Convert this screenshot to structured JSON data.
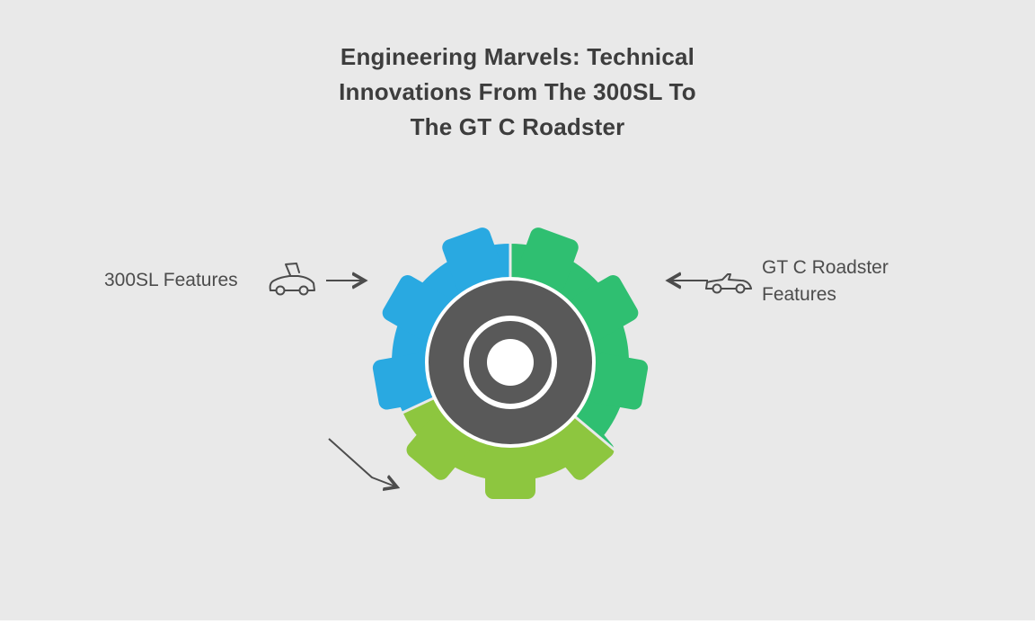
{
  "title": {
    "lines": [
      "Engineering Marvels: Technical",
      "Innovations From The 300SL To",
      "The GT C Roadster"
    ]
  },
  "left_callout": {
    "label": "300SL Features",
    "icon": "gullwing-car-icon"
  },
  "right_callout": {
    "lines": [
      "GT C Roadster",
      "Features"
    ],
    "icon": "convertible-car-icon"
  },
  "gear": {
    "segments": [
      {
        "name": "top-right",
        "color_key": "gear_green"
      },
      {
        "name": "bottom",
        "color_key": "gear_lime"
      },
      {
        "name": "left",
        "color_key": "gear_blue"
      }
    ]
  },
  "colors": {
    "background": "#e9e9e9",
    "title_text": "#3d3d3d",
    "label_text": "#4c4c4c",
    "arrow": "#4c4c4c",
    "gear_blue": "#29a9e1",
    "gear_green": "#2fbf71",
    "gear_lime": "#8dc63f",
    "hub_gray": "#595959",
    "hub_detail": "#ffffff"
  }
}
